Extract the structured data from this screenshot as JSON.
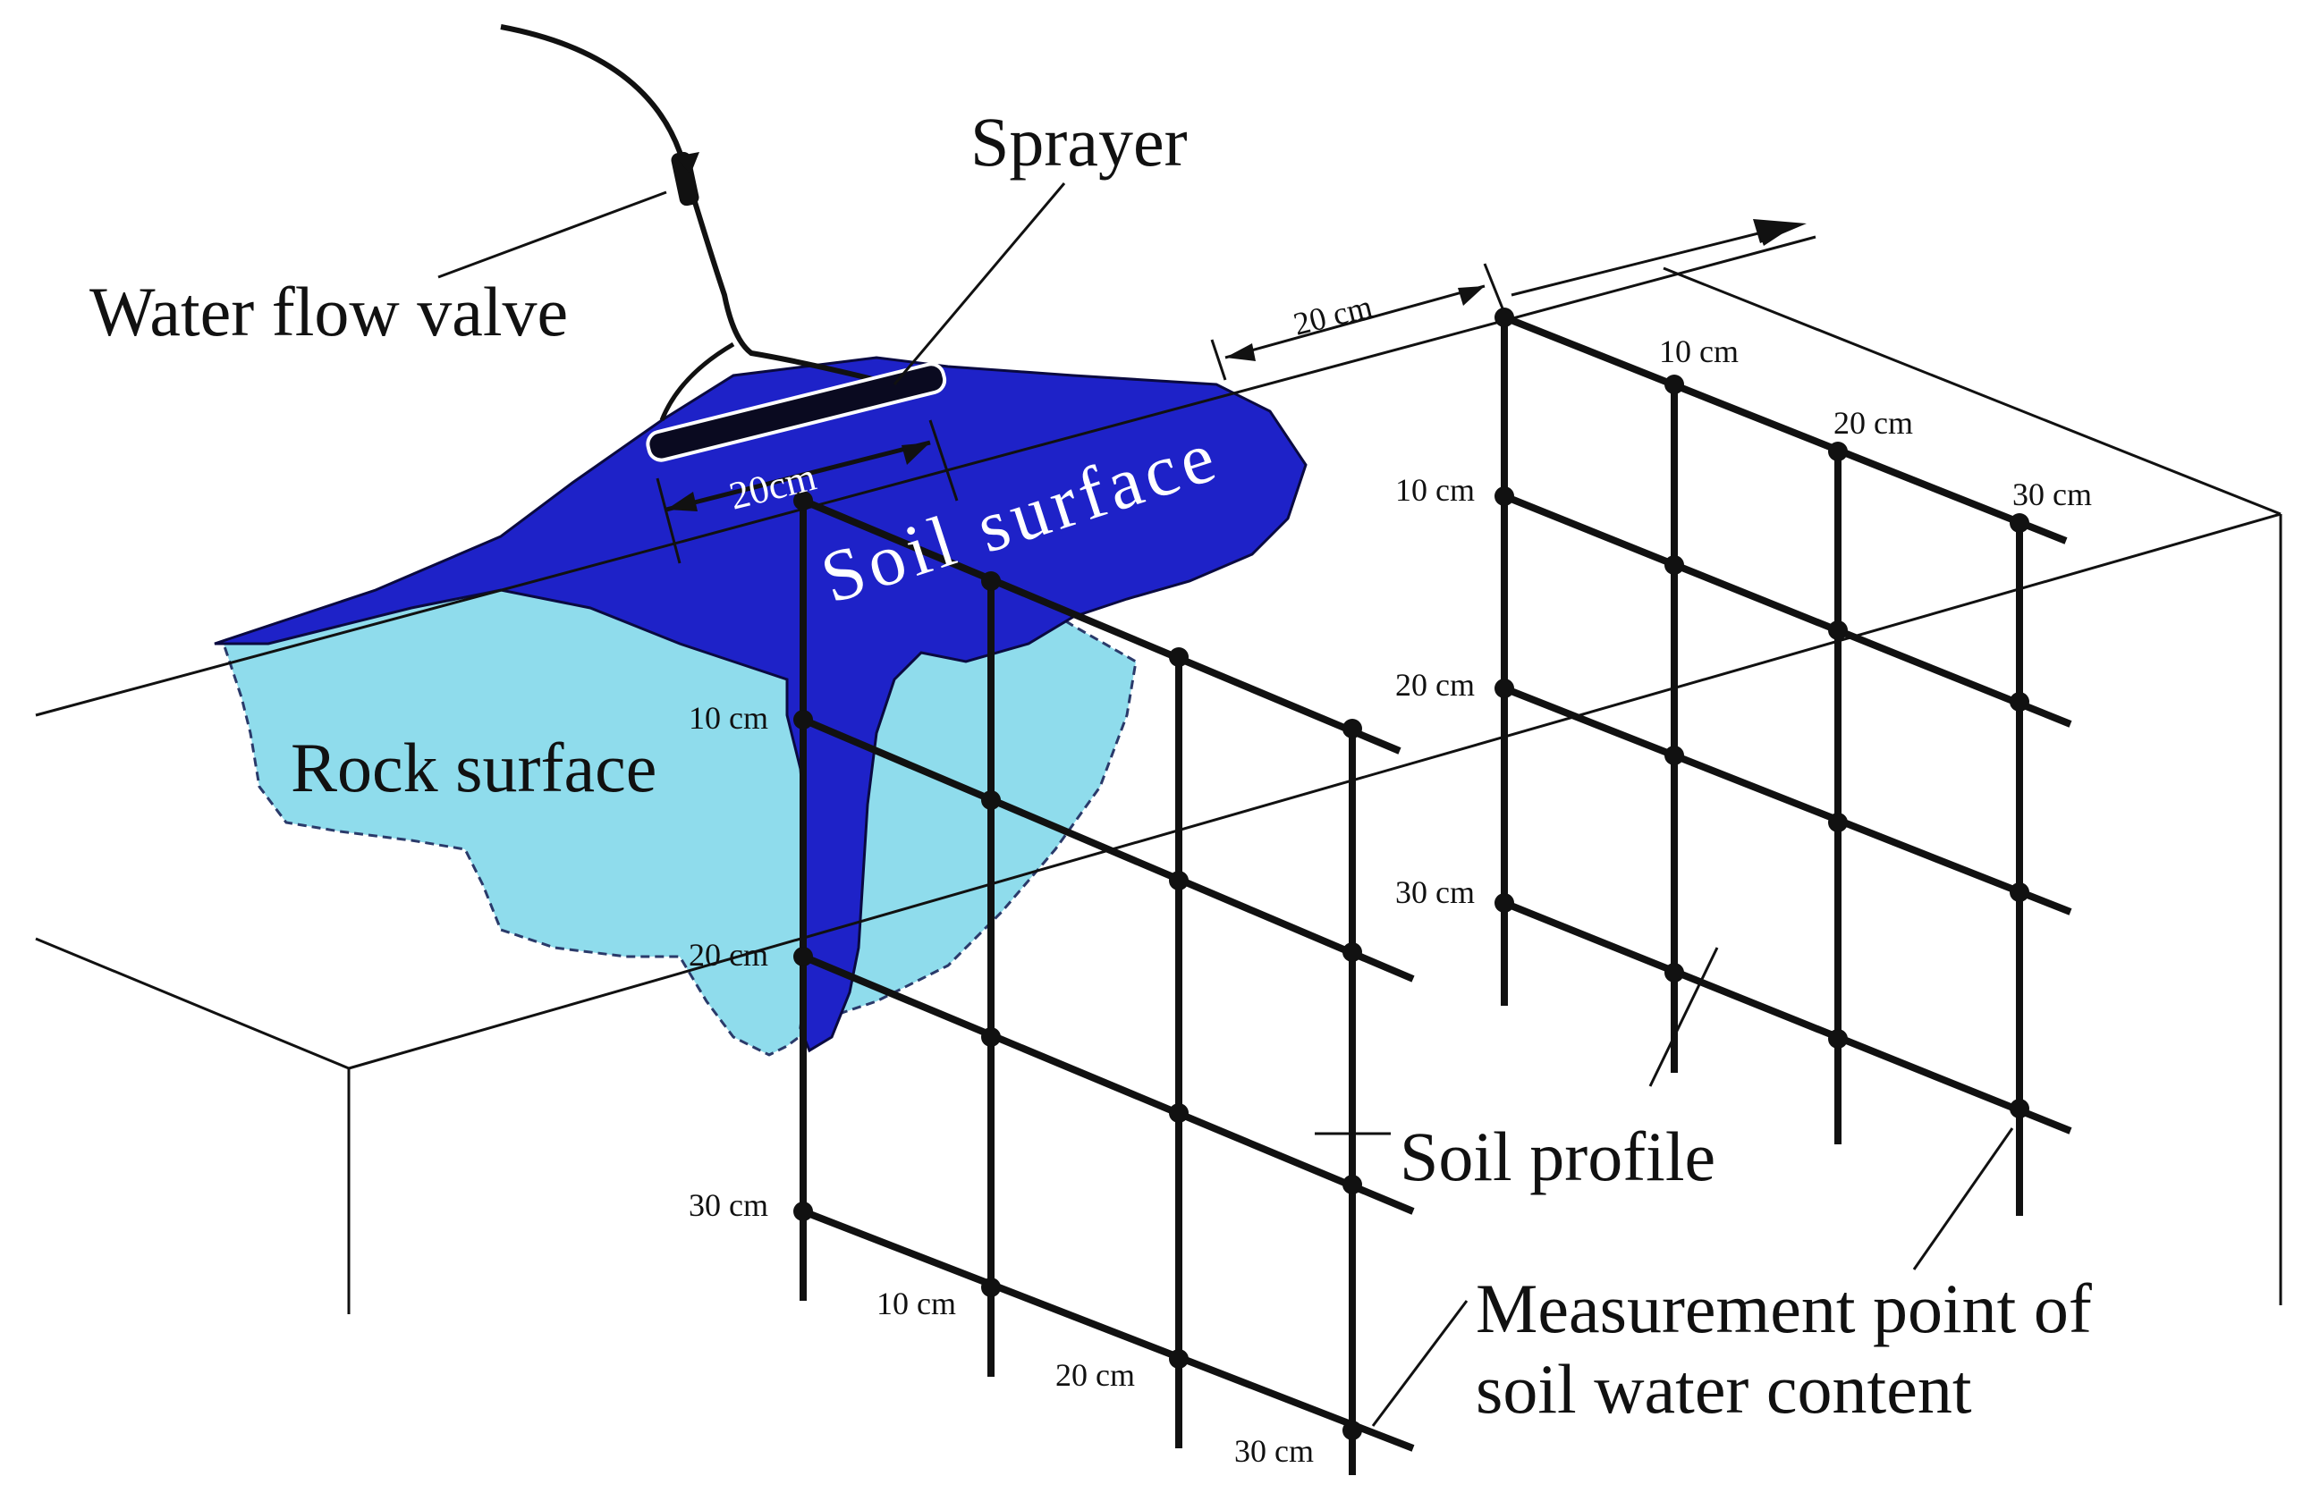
{
  "labels": {
    "sprayer": "Sprayer",
    "water_flow_valve": "Water flow valve",
    "soil_surface": "Soil surface",
    "rock_surface": "Rock surface",
    "soil_profile": "Soil profile",
    "measurement_point_line1": "Measurement point of",
    "measurement_point_line2": "soil water content"
  },
  "dimensions": {
    "sprayer_width": "20cm",
    "spacing": "20 cm"
  },
  "grid_ticks": {
    "depth": [
      "10 cm",
      "20 cm",
      "30 cm"
    ],
    "horizontal": [
      "10 cm",
      "20 cm",
      "30 cm"
    ]
  },
  "colors": {
    "soil_surface_fill": "#1e22c8",
    "rock_surface_fill": "#8fdcec",
    "line": "#111111",
    "background": "#ffffff"
  }
}
